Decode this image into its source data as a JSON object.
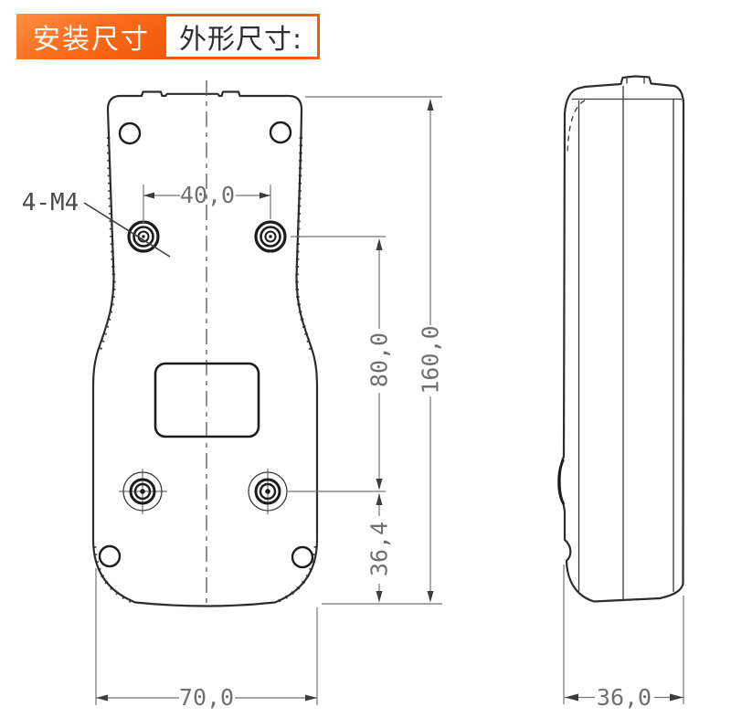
{
  "header": {
    "badge_label": "安装尺寸",
    "section_label": "外形尺寸:"
  },
  "drawing": {
    "thread_callout": "4-M4",
    "dims": {
      "hole_spacing_x": "40,0",
      "hole_spacing_y": "80,0",
      "overall_height": "160,0",
      "bottom_hole_offset": "36,4",
      "overall_width": "70,0",
      "overall_depth": "36,0"
    }
  },
  "colors": {
    "accent_orange": "#f25c0a",
    "accent_orange_light": "#ff9045",
    "line_dark": "#2d2d2d",
    "dimension_gray": "#707070",
    "background": "#ffffff"
  }
}
